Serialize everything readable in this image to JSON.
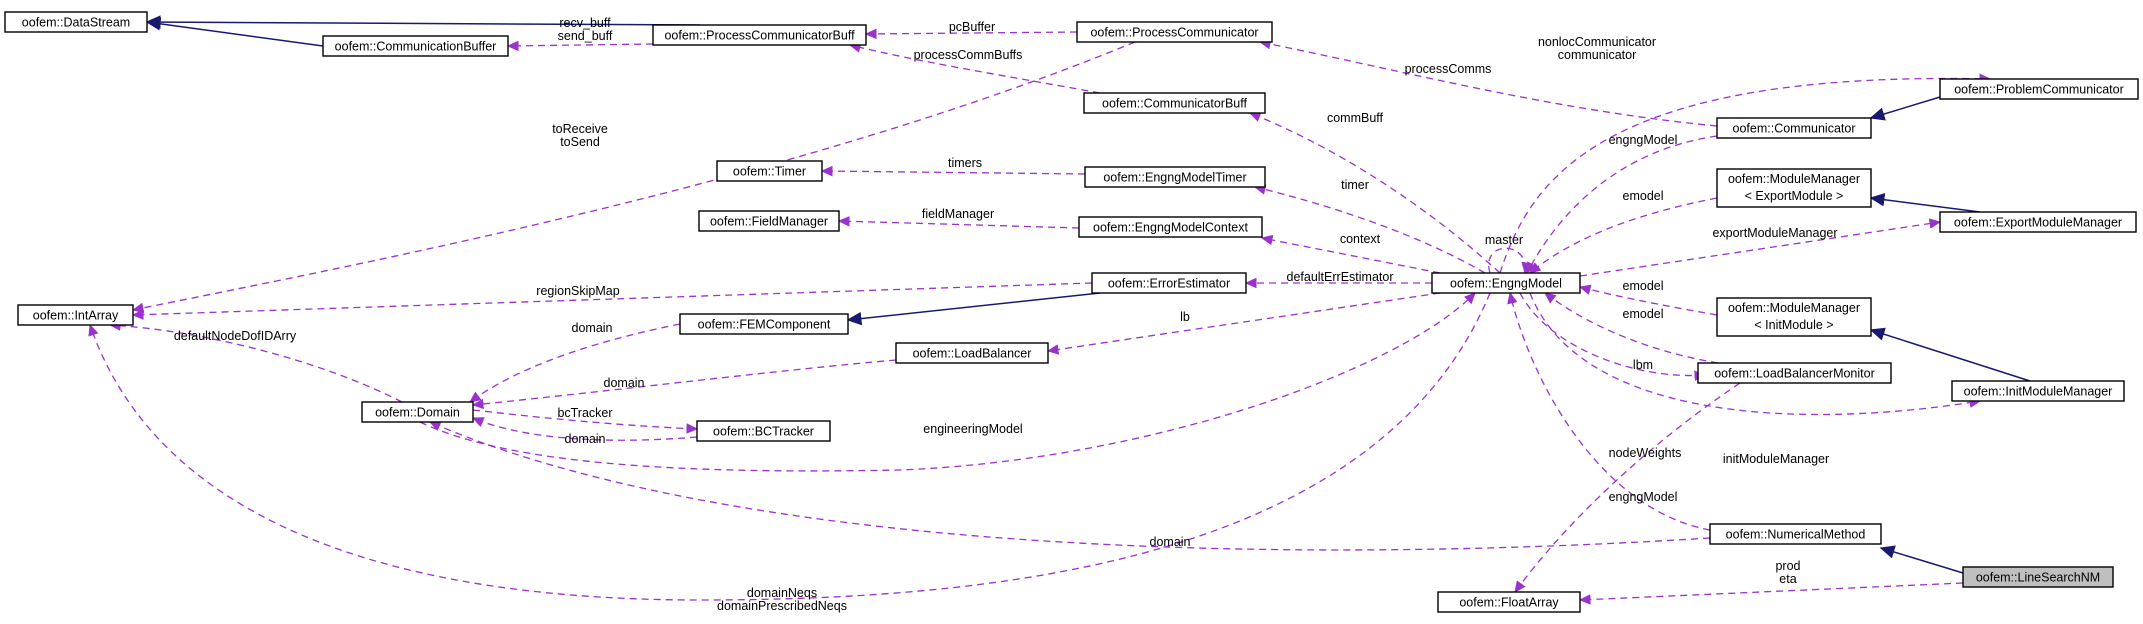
{
  "colors": {
    "usage": "#9a32cd",
    "inheritance": "#191970",
    "highlight": "#bfbfbf"
  },
  "nodes": [
    {
      "id": "DataStream",
      "label": "oofem::DataStream"
    },
    {
      "id": "CommunicationBuffer",
      "label": "oofem::CommunicationBuffer"
    },
    {
      "id": "ProcessCommunicatorBuff",
      "label": "oofem::ProcessCommunicatorBuff"
    },
    {
      "id": "ProcessCommunicator",
      "label": "oofem::ProcessCommunicator"
    },
    {
      "id": "CommunicatorBuff",
      "label": "oofem::CommunicatorBuff"
    },
    {
      "id": "Timer",
      "label": "oofem::Timer"
    },
    {
      "id": "EngngModelTimer",
      "label": "oofem::EngngModelTimer"
    },
    {
      "id": "FieldManager",
      "label": "oofem::FieldManager"
    },
    {
      "id": "EngngModelContext",
      "label": "oofem::EngngModelContext"
    },
    {
      "id": "IntArray",
      "label": "oofem::IntArray"
    },
    {
      "id": "ErrorEstimator",
      "label": "oofem::ErrorEstimator"
    },
    {
      "id": "FEMComponent",
      "label": "oofem::FEMComponent"
    },
    {
      "id": "LoadBalancer",
      "label": "oofem::LoadBalancer"
    },
    {
      "id": "Domain",
      "label": "oofem::Domain"
    },
    {
      "id": "BCTracker",
      "label": "oofem::BCTracker"
    },
    {
      "id": "EngngModel",
      "label": "oofem::EngngModel"
    },
    {
      "id": "Communicator",
      "label": "oofem::Communicator"
    },
    {
      "id": "ProblemCommunicator",
      "label": "oofem::ProblemCommunicator"
    },
    {
      "id": "ModuleManagerExport",
      "label": "oofem::ModuleManager\n< ExportModule >"
    },
    {
      "id": "ExportModuleManager",
      "label": "oofem::ExportModuleManager"
    },
    {
      "id": "ModuleManagerInit",
      "label": "oofem::ModuleManager\n< InitModule >"
    },
    {
      "id": "LoadBalancerMonitor",
      "label": "oofem::LoadBalancerMonitor"
    },
    {
      "id": "InitModuleManager",
      "label": "oofem::InitModuleManager"
    },
    {
      "id": "NumericalMethod",
      "label": "oofem::NumericalMethod"
    },
    {
      "id": "FloatArray",
      "label": "oofem::FloatArray"
    },
    {
      "id": "LineSearchNM",
      "label": "oofem::LineSearchNM",
      "highlight": true
    }
  ],
  "edges": [
    {
      "id": "e1",
      "kind": "inherit",
      "from": "CommunicationBuffer",
      "to": "DataStream",
      "label": ""
    },
    {
      "id": "e2",
      "kind": "inherit",
      "from": "ProcessCommunicatorBuff",
      "to": "DataStream",
      "label": ""
    },
    {
      "id": "e3",
      "kind": "usage",
      "from": "ProcessCommunicatorBuff",
      "to": "CommunicationBuffer",
      "label": "recv_buff\nsend_buff"
    },
    {
      "id": "e4",
      "kind": "usage",
      "from": "ProcessCommunicator",
      "to": "ProcessCommunicatorBuff",
      "label": "pcBuffer"
    },
    {
      "id": "e5",
      "kind": "usage",
      "from": "CommunicatorBuff",
      "to": "ProcessCommunicatorBuff",
      "label": "processCommBuffs"
    },
    {
      "id": "e6",
      "kind": "usage",
      "from": "ProcessCommunicator",
      "to": "IntArray",
      "label": "toReceive\ntoSend"
    },
    {
      "id": "e7",
      "kind": "usage",
      "from": "Communicator",
      "to": "ProcessCommunicator",
      "label": "processComms"
    },
    {
      "id": "e8",
      "kind": "inherit",
      "from": "ProblemCommunicator",
      "to": "Communicator",
      "label": ""
    },
    {
      "id": "e9",
      "kind": "usage",
      "from": "EngngModel",
      "to": "ProblemCommunicator",
      "label": "nonlocCommunicator\ncommunicator"
    },
    {
      "id": "e10",
      "kind": "usage",
      "from": "Communicator",
      "to": "EngngModel",
      "label": "engngModel"
    },
    {
      "id": "e11",
      "kind": "usage",
      "from": "EngngModel",
      "to": "CommunicatorBuff",
      "label": "commBuff"
    },
    {
      "id": "e12",
      "kind": "usage",
      "from": "EngngModelTimer",
      "to": "Timer",
      "label": "timers"
    },
    {
      "id": "e13",
      "kind": "usage",
      "from": "EngngModel",
      "to": "EngngModelTimer",
      "label": "timer"
    },
    {
      "id": "e14",
      "kind": "usage",
      "from": "EngngModelContext",
      "to": "FieldManager",
      "label": "fieldManager"
    },
    {
      "id": "e15",
      "kind": "usage",
      "from": "EngngModel",
      "to": "EngngModelContext",
      "label": "context"
    },
    {
      "id": "e16",
      "kind": "usage",
      "from": "EngngModel",
      "to": "EngngModel",
      "label": "master"
    },
    {
      "id": "e17",
      "kind": "usage",
      "from": "ModuleManagerExport",
      "to": "EngngModel",
      "label": "emodel"
    },
    {
      "id": "e18",
      "kind": "inherit",
      "from": "ExportModuleManager",
      "to": "ModuleManagerExport",
      "label": ""
    },
    {
      "id": "e19",
      "kind": "usage",
      "from": "EngngModel",
      "to": "ExportModuleManager",
      "label": "exportModuleManager"
    },
    {
      "id": "e20",
      "kind": "usage",
      "from": "EngngModel",
      "to": "ErrorEstimator",
      "label": "defaultErrEstimator"
    },
    {
      "id": "e21",
      "kind": "usage",
      "from": "ErrorEstimator",
      "to": "IntArray",
      "label": "regionSkipMap"
    },
    {
      "id": "e22",
      "kind": "inherit",
      "from": "ErrorEstimator",
      "to": "FEMComponent",
      "label": ""
    },
    {
      "id": "e23",
      "kind": "usage",
      "from": "FEMComponent",
      "to": "Domain",
      "label": "domain"
    },
    {
      "id": "e24",
      "kind": "usage",
      "from": "EngngModel",
      "to": "LoadBalancer",
      "label": "lb"
    },
    {
      "id": "e25",
      "kind": "usage",
      "from": "LoadBalancer",
      "to": "Domain",
      "label": "domain"
    },
    {
      "id": "e26",
      "kind": "usage",
      "from": "Domain",
      "to": "IntArray",
      "label": "defaultNodeDofIDArry"
    },
    {
      "id": "e27",
      "kind": "usage",
      "from": "Domain",
      "to": "BCTracker",
      "label": "bcTracker"
    },
    {
      "id": "e28",
      "kind": "usage",
      "from": "BCTracker",
      "to": "Domain",
      "label": "domain"
    },
    {
      "id": "e29",
      "kind": "usage",
      "from": "Domain",
      "to": "EngngModel",
      "label": "engineeringModel"
    },
    {
      "id": "e30",
      "kind": "usage",
      "from": "ModuleManagerInit",
      "to": "EngngModel",
      "label": "emodel"
    },
    {
      "id": "e31",
      "kind": "inherit",
      "from": "InitModuleManager",
      "to": "ModuleManagerInit",
      "label": ""
    },
    {
      "id": "e32",
      "kind": "usage",
      "from": "LoadBalancerMonitor",
      "to": "EngngModel",
      "label": "emodel"
    },
    {
      "id": "e33",
      "kind": "usage",
      "from": "EngngModel",
      "to": "LoadBalancerMonitor",
      "label": "lbm"
    },
    {
      "id": "e34",
      "kind": "usage",
      "from": "EngngModel",
      "to": "InitModuleManager",
      "label": "initModuleManager"
    },
    {
      "id": "e35",
      "kind": "usage",
      "from": "LoadBalancerMonitor",
      "to": "FloatArray",
      "label": "nodeWeights"
    },
    {
      "id": "e36",
      "kind": "usage",
      "from": "NumericalMethod",
      "to": "EngngModel",
      "label": "engngModel"
    },
    {
      "id": "e37",
      "kind": "usage",
      "from": "NumericalMethod",
      "to": "Domain",
      "label": "domain"
    },
    {
      "id": "e38",
      "kind": "inherit",
      "from": "LineSearchNM",
      "to": "NumericalMethod",
      "label": ""
    },
    {
      "id": "e39",
      "kind": "usage",
      "from": "LineSearchNM",
      "to": "FloatArray",
      "label": "prod\neta"
    },
    {
      "id": "e40",
      "kind": "usage",
      "from": "EngngModel",
      "to": "IntArray",
      "label": "domainNeqs\ndomainPrescribedNeqs"
    }
  ]
}
